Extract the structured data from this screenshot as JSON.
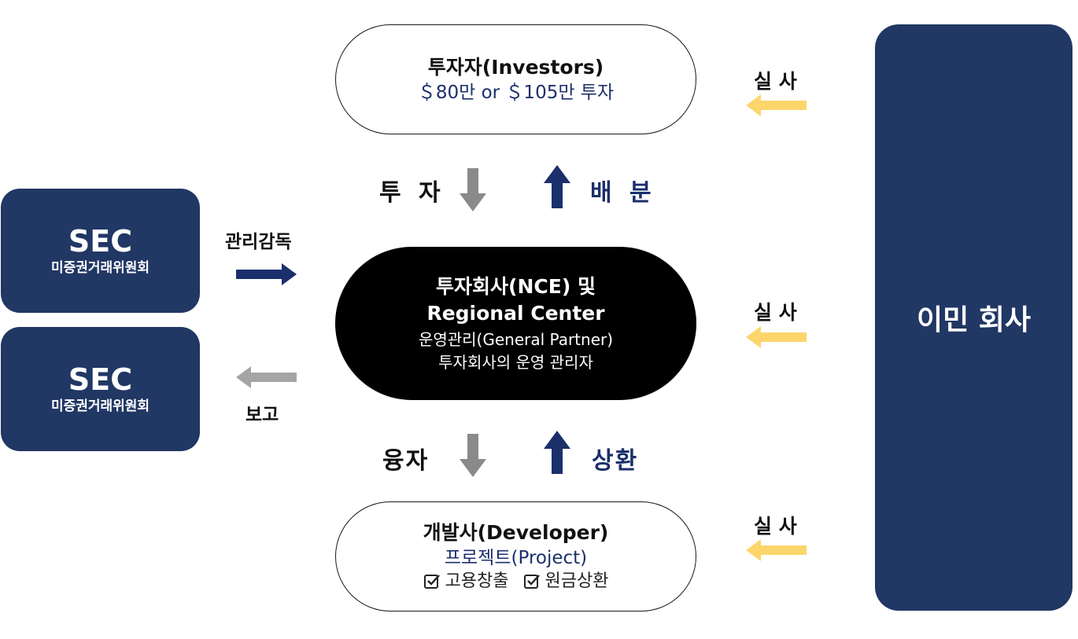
{
  "investors": {
    "title": "투자자(Investors)",
    "subtitle": "＄80만 or ＄105만 투자"
  },
  "nce": {
    "title_line1": "투자회사(NCE) 및",
    "title_line2": "Regional Center",
    "sub_line1": "운영관리(General Partner)",
    "sub_line2": "투자회사의 운영 관리자"
  },
  "developer": {
    "title": "개발사(Developer)",
    "subtitle": "프로젝트(Project)",
    "checks": [
      "고용창출",
      "원금상환"
    ]
  },
  "flows": {
    "invest": "투 자",
    "distribute": "배 분",
    "finance": "융자",
    "repay": "상환"
  },
  "sec": [
    {
      "title": "SEC",
      "subtitle": "미증권거래위원회"
    },
    {
      "title": "SEC",
      "subtitle": "미증권거래위원회"
    }
  ],
  "sec_links": {
    "supervise": "관리감독",
    "report": "보고"
  },
  "immigration": {
    "title": "이민 회사",
    "audit_labels": [
      "실 사",
      "실 사",
      "실 사"
    ]
  },
  "colors": {
    "navy": "#213764",
    "navy_text": "#1b2f6b",
    "gray_arrow": "#8a8a8a",
    "yellow_arrow": "#fcd66b",
    "black": "#000000"
  }
}
